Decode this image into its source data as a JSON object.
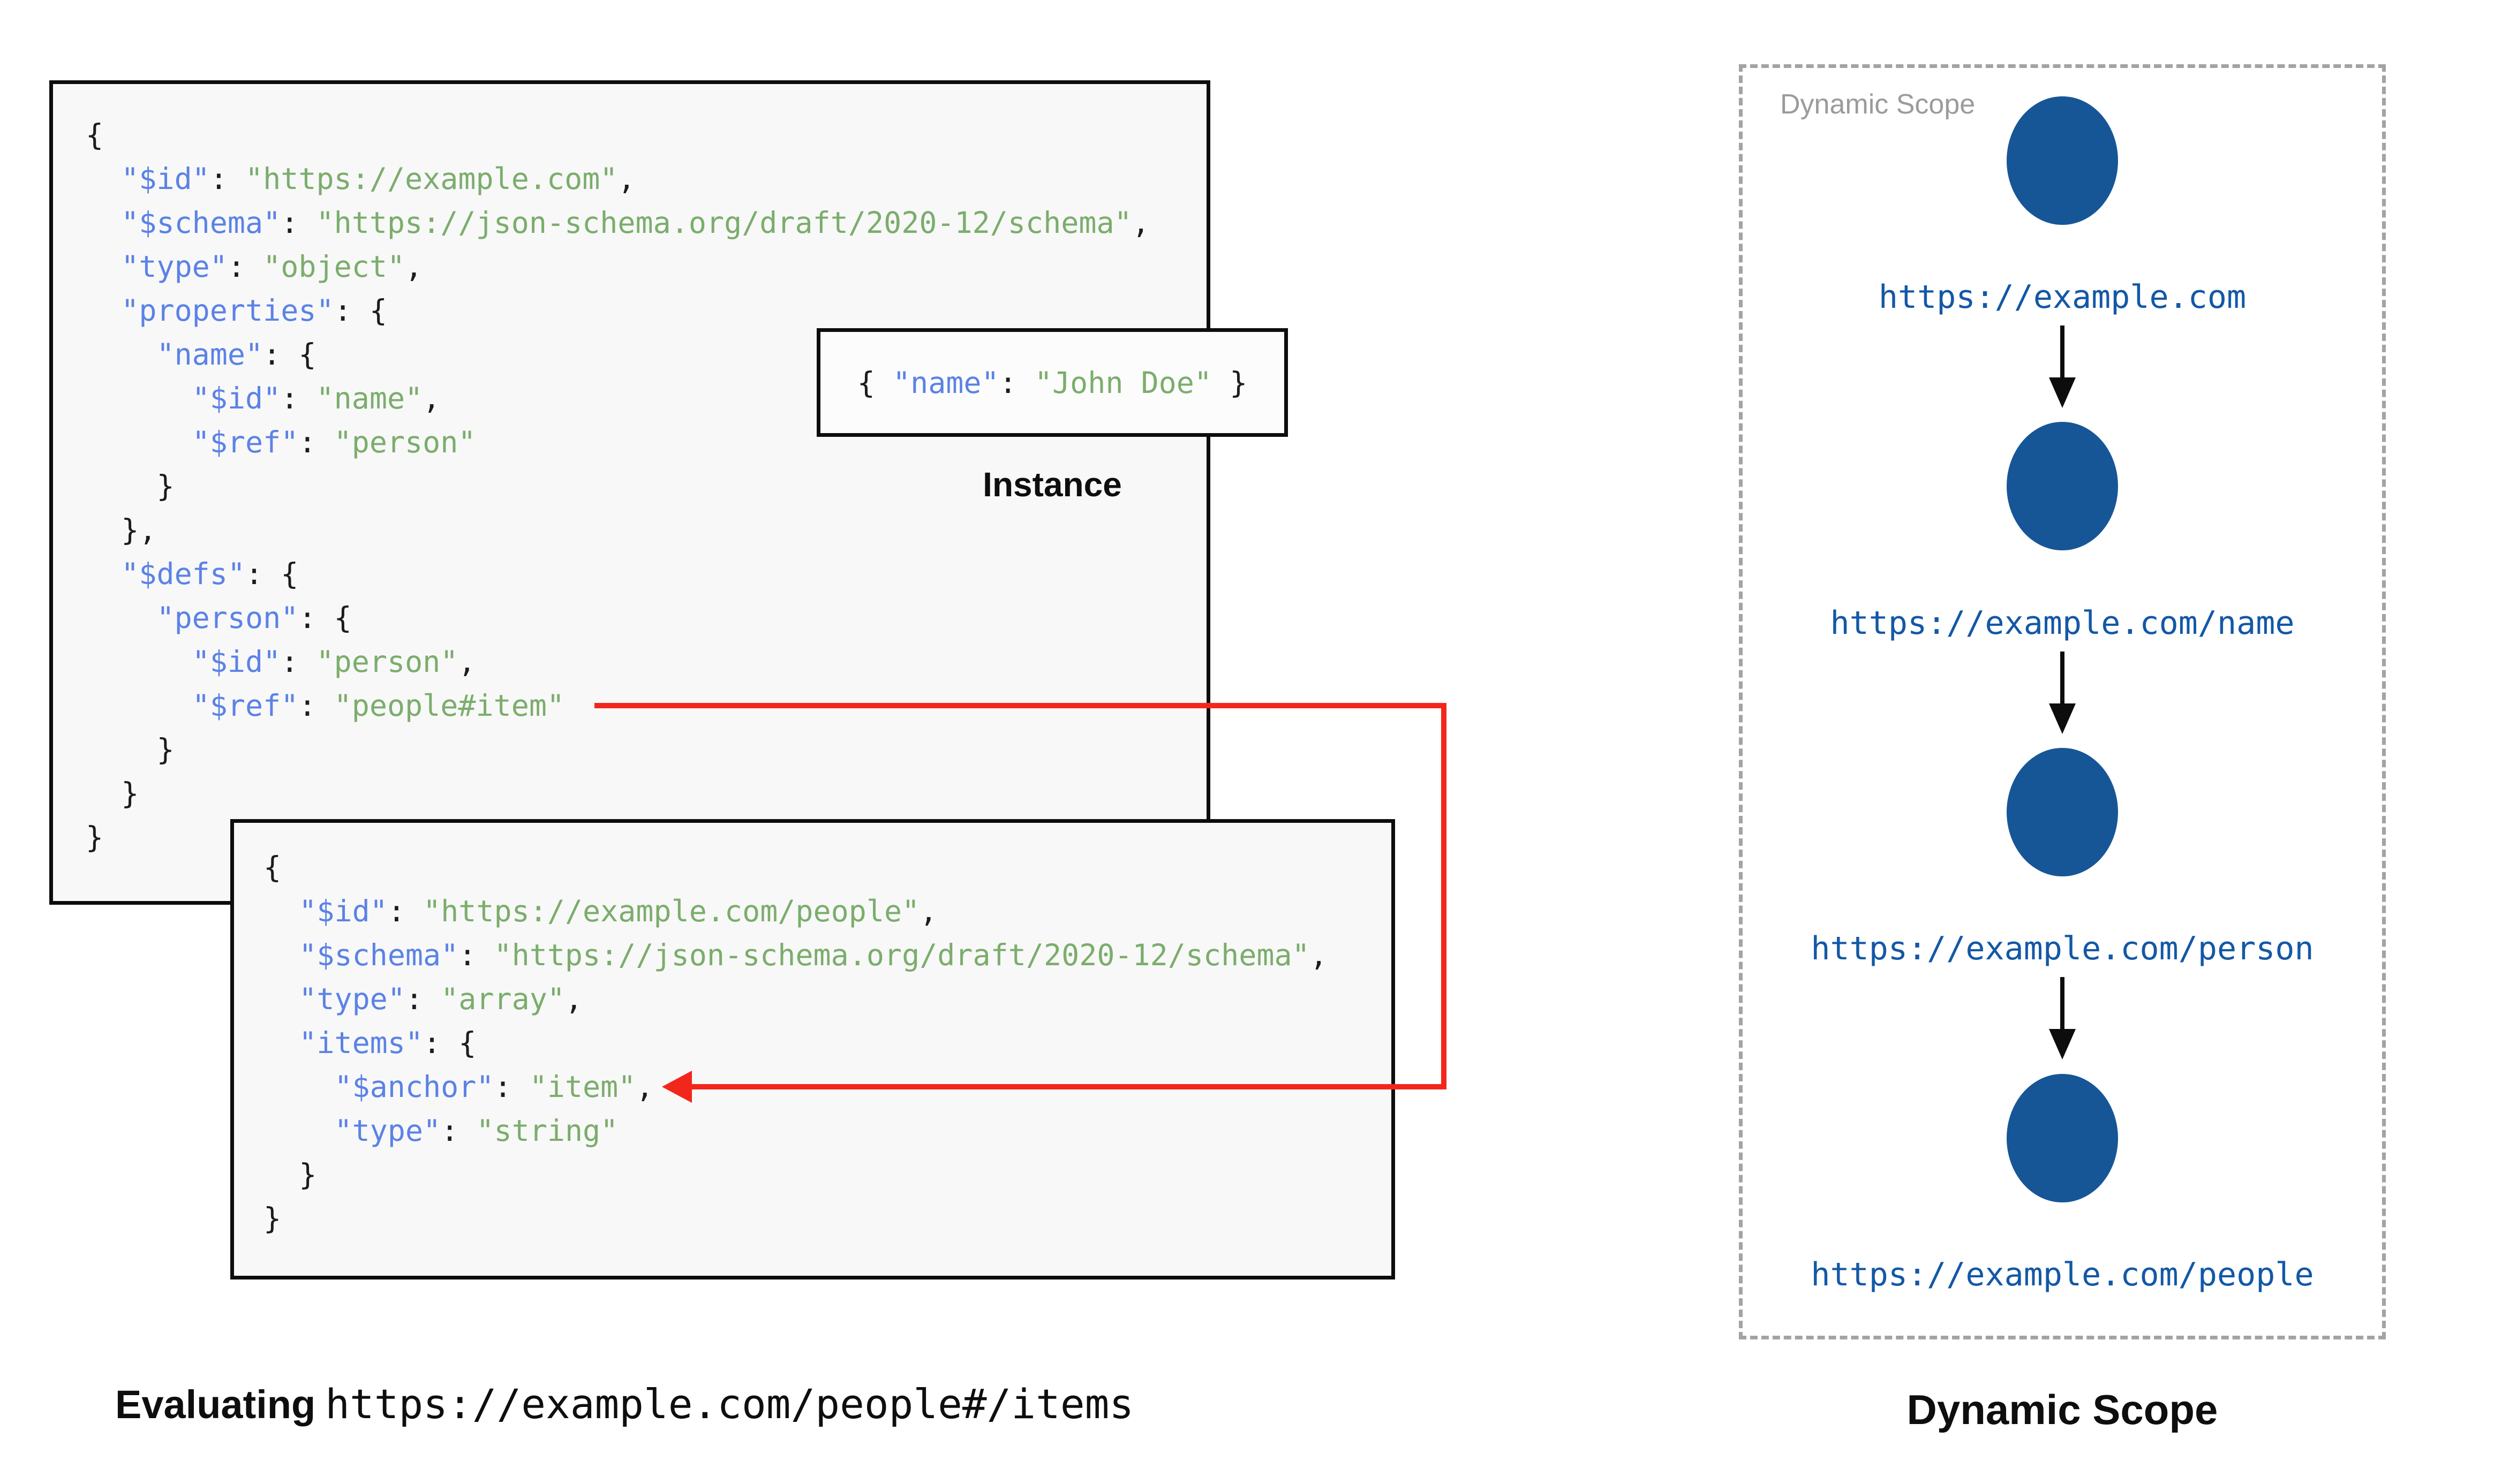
{
  "colors": {
    "blockbg": "#f8f8f8",
    "instbg": "#fcfcfc",
    "border": "#0d0d0d",
    "key": "#5b82e6",
    "str": "#7bad6c",
    "punct": "#1c1c1c",
    "red": "#f3261b",
    "node": "#165696",
    "url": "#1358a6",
    "gray": "#9b9b9b",
    "dash": "#a3a3a3"
  },
  "schema_root": {
    "lines": [
      [
        [
          "p",
          "{"
        ]
      ],
      [
        [
          "p",
          "  "
        ],
        [
          "k",
          "\"$id\""
        ],
        [
          "p",
          ": "
        ],
        [
          "s",
          "\"https://example.com\""
        ],
        [
          "p",
          ","
        ]
      ],
      [
        [
          "p",
          "  "
        ],
        [
          "k",
          "\"$schema\""
        ],
        [
          "p",
          ": "
        ],
        [
          "s",
          "\"https://json-schema.org/draft/2020-12/schema\""
        ],
        [
          "p",
          ","
        ]
      ],
      [
        [
          "p",
          "  "
        ],
        [
          "k",
          "\"type\""
        ],
        [
          "p",
          ": "
        ],
        [
          "s",
          "\"object\""
        ],
        [
          "p",
          ","
        ]
      ],
      [
        [
          "p",
          "  "
        ],
        [
          "k",
          "\"properties\""
        ],
        [
          "p",
          ": {"
        ]
      ],
      [
        [
          "p",
          "    "
        ],
        [
          "k",
          "\"name\""
        ],
        [
          "p",
          ": {"
        ]
      ],
      [
        [
          "p",
          "      "
        ],
        [
          "k",
          "\"$id\""
        ],
        [
          "p",
          ": "
        ],
        [
          "s",
          "\"name\""
        ],
        [
          "p",
          ","
        ]
      ],
      [
        [
          "p",
          "      "
        ],
        [
          "k",
          "\"$ref\""
        ],
        [
          "p",
          ": "
        ],
        [
          "s",
          "\"person\""
        ]
      ],
      [
        [
          "p",
          "    }"
        ]
      ],
      [
        [
          "p",
          "  },"
        ]
      ],
      [
        [
          "p",
          "  "
        ],
        [
          "k",
          "\"$defs\""
        ],
        [
          "p",
          ": {"
        ]
      ],
      [
        [
          "p",
          "    "
        ],
        [
          "k",
          "\"person\""
        ],
        [
          "p",
          ": {"
        ]
      ],
      [
        [
          "p",
          "      "
        ],
        [
          "k",
          "\"$id\""
        ],
        [
          "p",
          ": "
        ],
        [
          "s",
          "\"person\""
        ],
        [
          "p",
          ","
        ]
      ],
      [
        [
          "p",
          "      "
        ],
        [
          "k",
          "\"$ref\""
        ],
        [
          "p",
          ": "
        ],
        [
          "s",
          "\"people#item\""
        ]
      ],
      [
        [
          "p",
          "    }"
        ]
      ],
      [
        [
          "p",
          "  }"
        ]
      ],
      [
        [
          "p",
          "}"
        ]
      ]
    ]
  },
  "schema_people": {
    "lines": [
      [
        [
          "p",
          "{"
        ]
      ],
      [
        [
          "p",
          "  "
        ],
        [
          "k",
          "\"$id\""
        ],
        [
          "p",
          ": "
        ],
        [
          "s",
          "\"https://example.com/people\""
        ],
        [
          "p",
          ","
        ]
      ],
      [
        [
          "p",
          "  "
        ],
        [
          "k",
          "\"$schema\""
        ],
        [
          "p",
          ": "
        ],
        [
          "s",
          "\"https://json-schema.org/draft/2020-12/schema\""
        ],
        [
          "p",
          ","
        ]
      ],
      [
        [
          "p",
          "  "
        ],
        [
          "k",
          "\"type\""
        ],
        [
          "p",
          ": "
        ],
        [
          "s",
          "\"array\""
        ],
        [
          "p",
          ","
        ]
      ],
      [
        [
          "p",
          "  "
        ],
        [
          "k",
          "\"items\""
        ],
        [
          "p",
          ": {"
        ]
      ],
      [
        [
          "p",
          "    "
        ],
        [
          "k",
          "\"$anchor\""
        ],
        [
          "p",
          ": "
        ],
        [
          "s",
          "\"item\""
        ],
        [
          "p",
          ","
        ]
      ],
      [
        [
          "p",
          "    "
        ],
        [
          "k",
          "\"type\""
        ],
        [
          "p",
          ": "
        ],
        [
          "s",
          "\"string\""
        ]
      ],
      [
        [
          "p",
          "  }"
        ]
      ],
      [
        [
          "p",
          "}"
        ]
      ]
    ]
  },
  "instance": {
    "label": "Instance",
    "tokens": [
      [
        "p",
        "{ "
      ],
      [
        "k",
        "\"name\""
      ],
      [
        "p",
        ": "
      ],
      [
        "s",
        "\"John Doe\""
      ],
      [
        "p",
        " }"
      ]
    ]
  },
  "evaluating": {
    "prefix": "Evaluating",
    "uri": "https://example.com/people#/items"
  },
  "scope": {
    "watermark": "Dynamic Scope",
    "caption": "Dynamic Scope",
    "nodes": [
      "https://example.com",
      "https://example.com/name",
      "https://example.com/person",
      "https://example.com/people"
    ]
  }
}
